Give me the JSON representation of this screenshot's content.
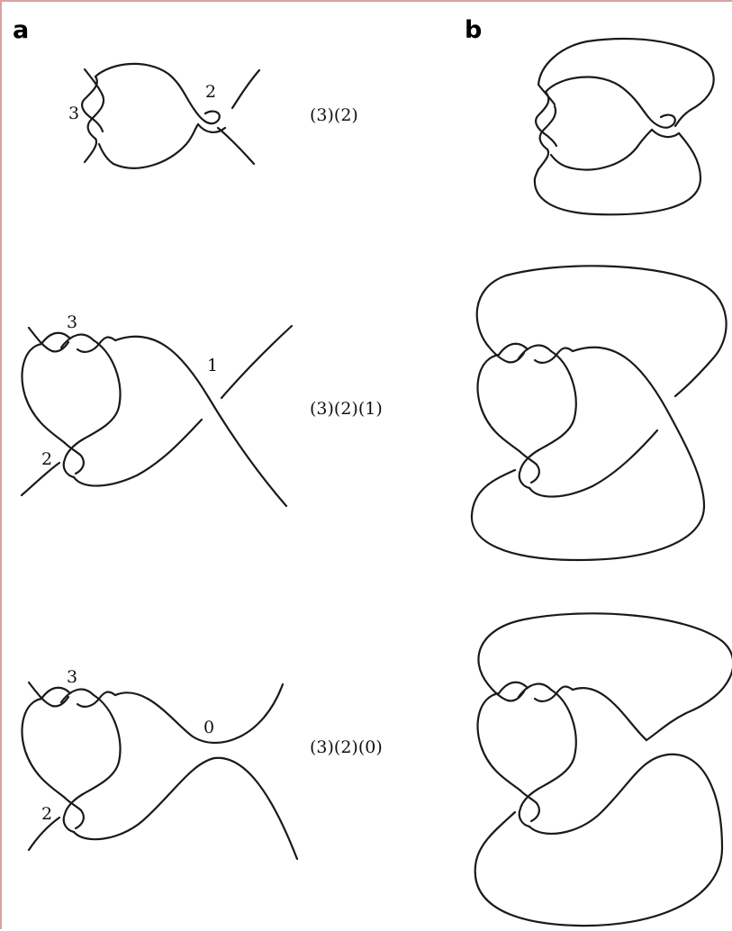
{
  "panels": {
    "a": "a",
    "b": "b"
  },
  "rows": [
    {
      "notation": "(3)(2)",
      "labels": [
        "3",
        "2"
      ]
    },
    {
      "notation": "(3)(2)(1)",
      "labels": [
        "3",
        "1",
        "2"
      ]
    },
    {
      "notation": "(3)(2)(0)",
      "labels": [
        "3",
        "0",
        "2"
      ]
    }
  ],
  "colors": {
    "stroke": "#1a1a1a",
    "frame": "#d9a3a3"
  }
}
